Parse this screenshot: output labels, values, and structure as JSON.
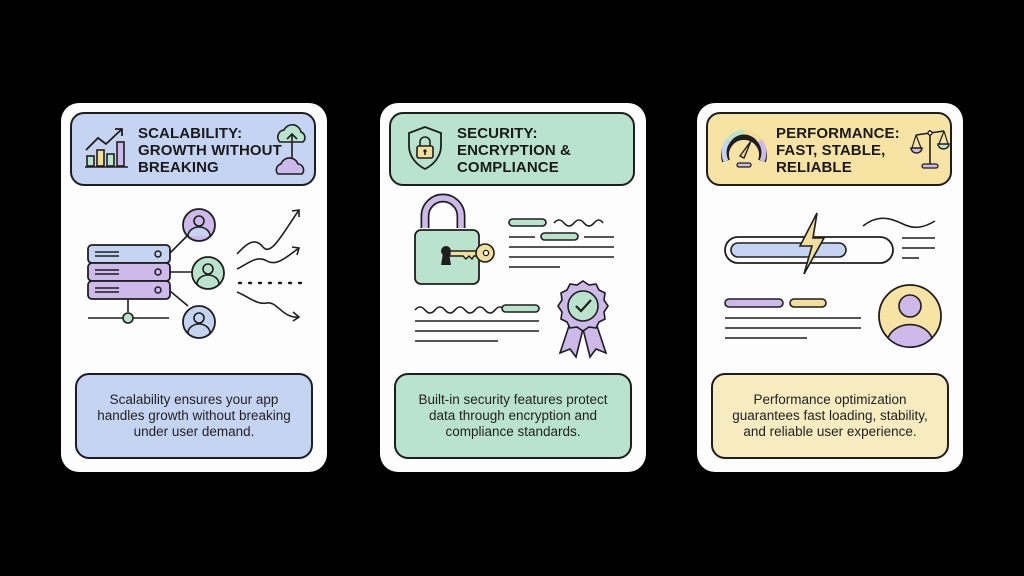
{
  "colors": {
    "background": "#000000",
    "card": "#fdfdfd",
    "blue": "#c6d4f3",
    "green": "#b9e3cc",
    "yellow": "#f7e3a3",
    "purple": "#cdb9ea",
    "outline": "#1e1e1e"
  },
  "cards": [
    {
      "title_lines": [
        "SCALABILITY:",
        "GROWTH WITHOUT",
        "BREAKING"
      ],
      "header_icons": [
        "bar-chart-growth-icon",
        "cloud-upload-icon"
      ],
      "illustration": "server-connected-users-with-growth-arrows",
      "description_lines": [
        "Scalability ensures your app",
        "handles growth without breaking",
        "under user demand."
      ]
    },
    {
      "title_lines": [
        "SECURITY:",
        "ENCRYPTION &",
        "COMPLIANCE"
      ],
      "header_icons": [
        "shield-lock-icon"
      ],
      "illustration": "padlock-key-document-certificate",
      "description_lines": [
        "Built-in security features protect",
        "data through encryption and",
        "compliance standards."
      ]
    },
    {
      "title_lines": [
        "PERFORMANCE:",
        "FAST, STABLE,",
        "RELIABLE"
      ],
      "header_icons": [
        "speedometer-icon",
        "balance-scale-icon"
      ],
      "illustration": "loading-bar-lightning-user-profile",
      "description_lines": [
        "Performance optimization",
        "guarantees fast loading, stability,",
        "and reliable user experience."
      ]
    }
  ]
}
